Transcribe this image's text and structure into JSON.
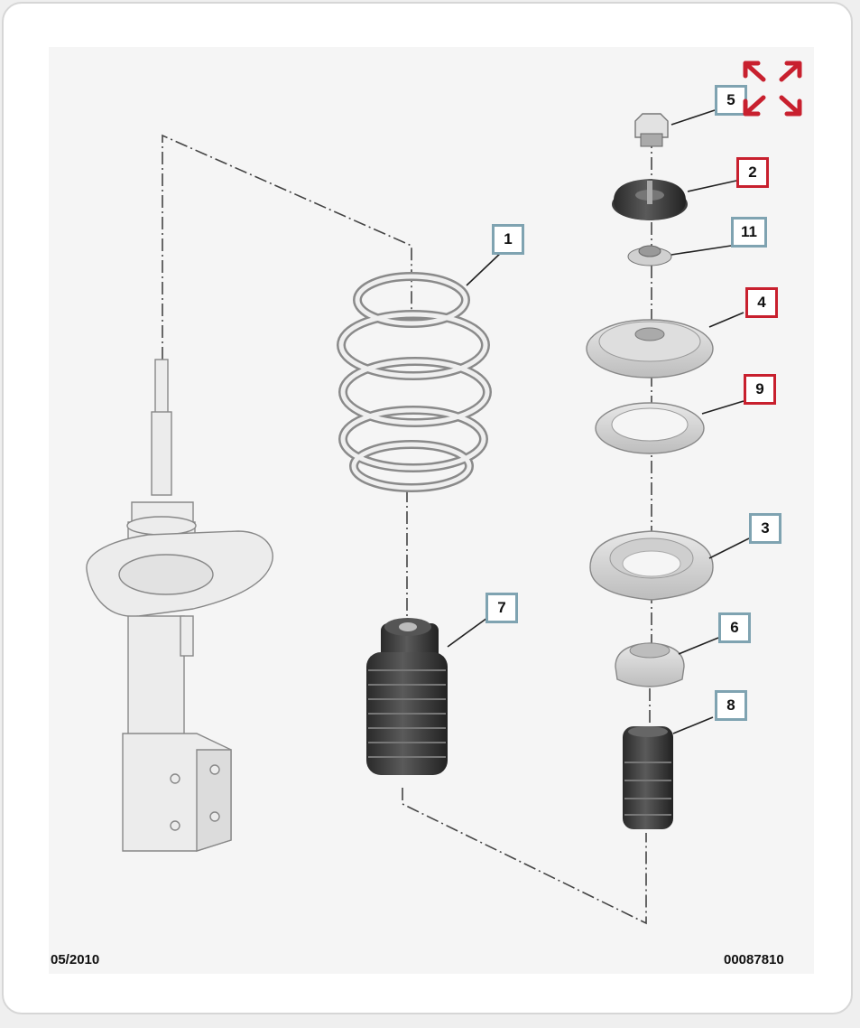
{
  "callouts": [
    {
      "id": "callout-1",
      "label": "1",
      "highlighted": false
    },
    {
      "id": "callout-2",
      "label": "2",
      "highlighted": true
    },
    {
      "id": "callout-3",
      "label": "3",
      "highlighted": false
    },
    {
      "id": "callout-4",
      "label": "4",
      "highlighted": true
    },
    {
      "id": "callout-5",
      "label": "5",
      "highlighted": false
    },
    {
      "id": "callout-6",
      "label": "6",
      "highlighted": false
    },
    {
      "id": "callout-7",
      "label": "7",
      "highlighted": false
    },
    {
      "id": "callout-8",
      "label": "8",
      "highlighted": false
    },
    {
      "id": "callout-9",
      "label": "9",
      "highlighted": true
    },
    {
      "id": "callout-11",
      "label": "11",
      "highlighted": false
    }
  ],
  "footer": {
    "date": "05/2010",
    "reference": "00087810"
  },
  "controls": {
    "expand_icon": "expand-arrows-icon"
  },
  "colors": {
    "highlight": "#c8202e",
    "normal": "#7fa3b1",
    "part_fill": "#d6d6d6",
    "part_dark": "#3a3a3a"
  }
}
